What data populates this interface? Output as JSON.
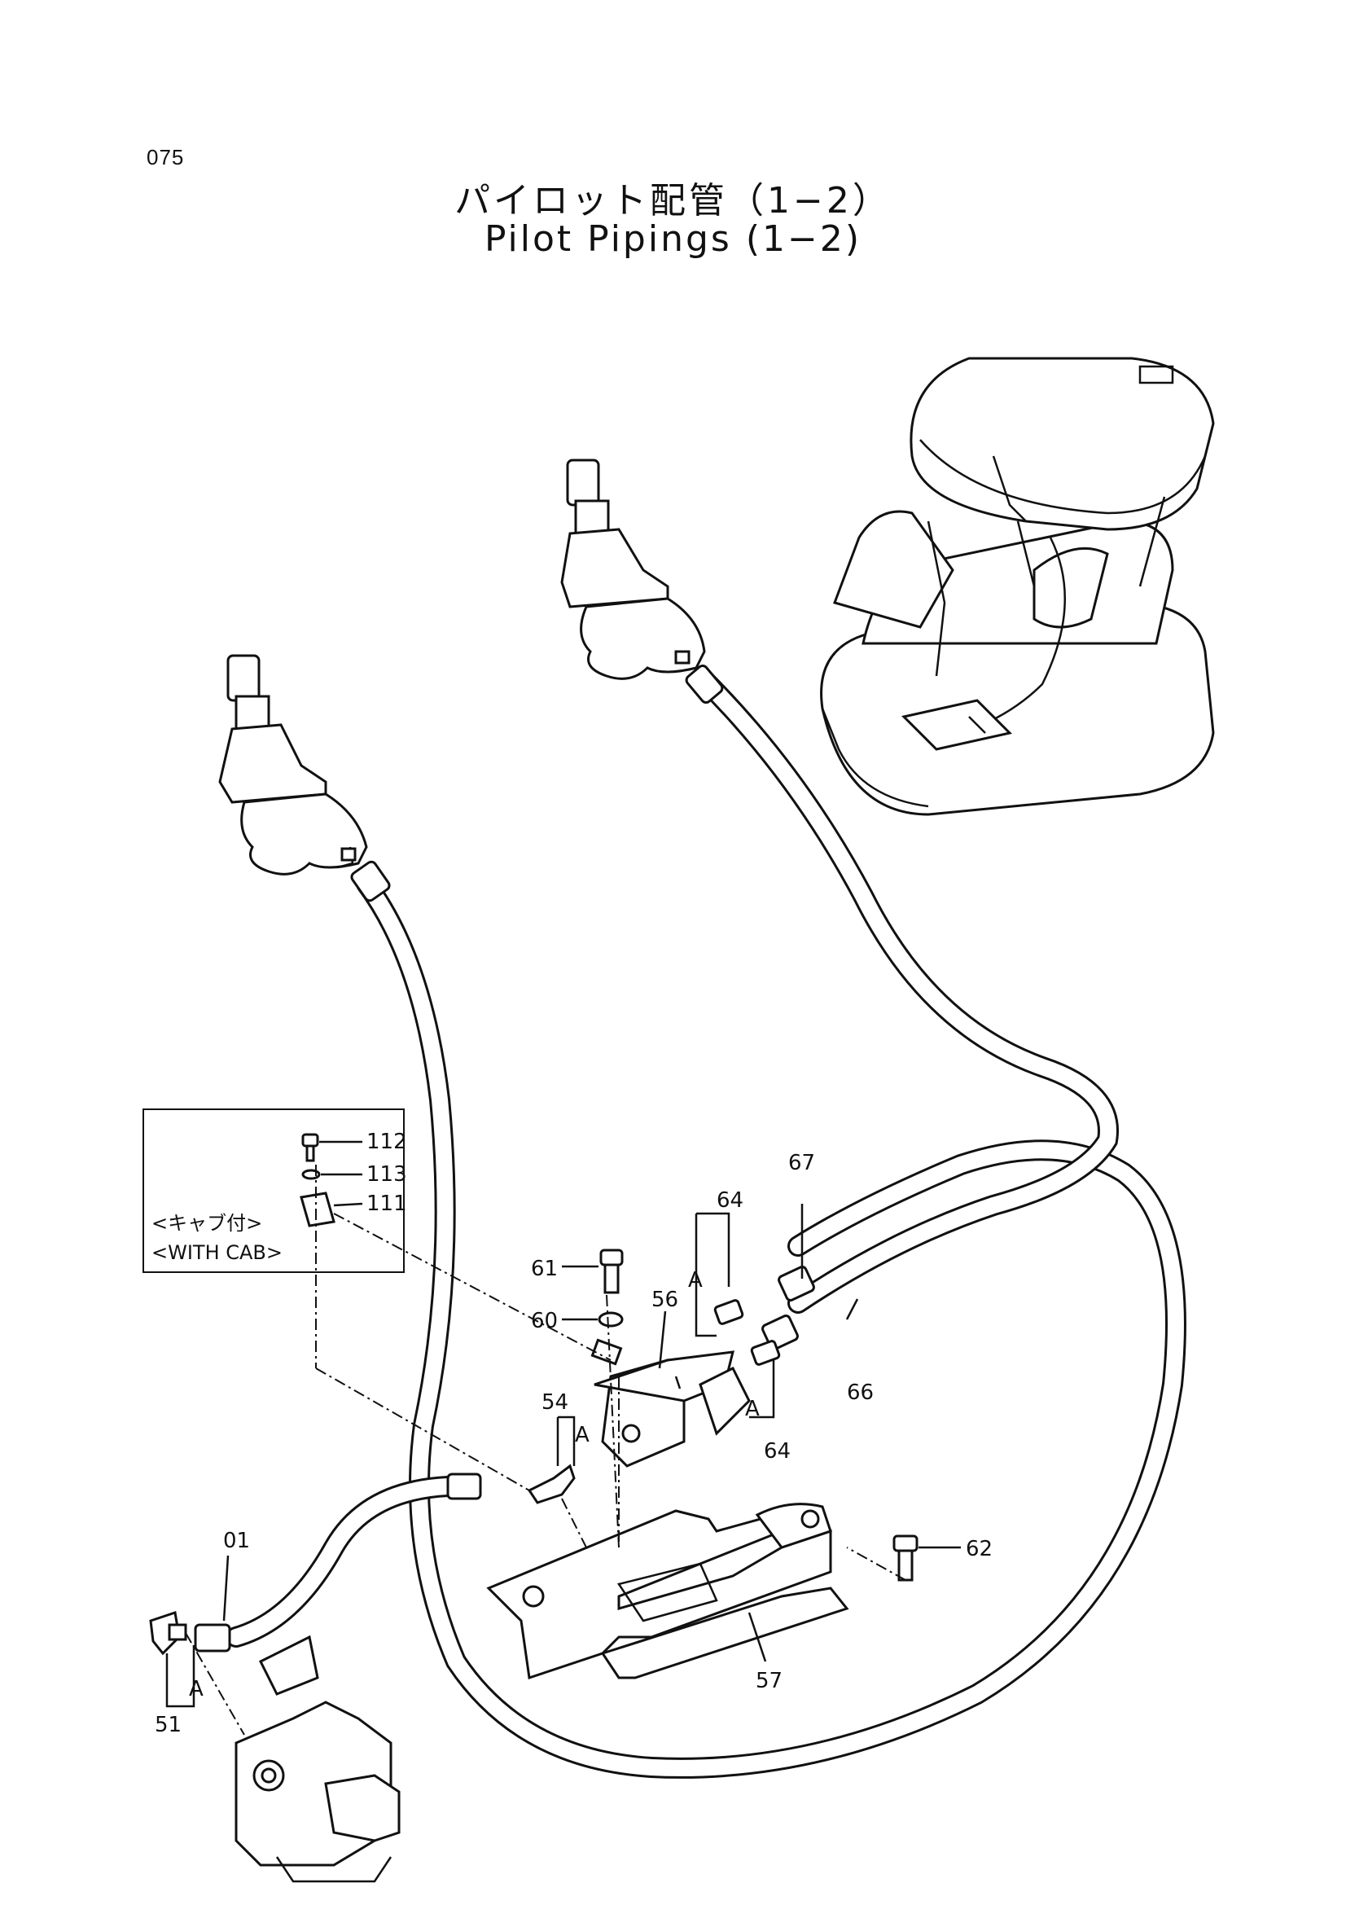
{
  "page_number": "075",
  "title_ja": "パイロット配管（1−2）",
  "title_en": "Pilot Pipings (1−2)",
  "inset": {
    "note_ja": "<キャブ付>",
    "note_en": "<WITH  CAB>"
  },
  "callouts": {
    "p01": "01",
    "p51": "51",
    "p54": "54",
    "p56": "56",
    "p57": "57",
    "p60": "60",
    "p61": "61",
    "p62": "62",
    "p64a": "64",
    "p64b": "64",
    "p66": "66",
    "p67": "67",
    "p111": "111",
    "p112": "112",
    "p113": "113",
    "a1": "A",
    "a2": "A",
    "a3": "A",
    "a4": "A"
  }
}
